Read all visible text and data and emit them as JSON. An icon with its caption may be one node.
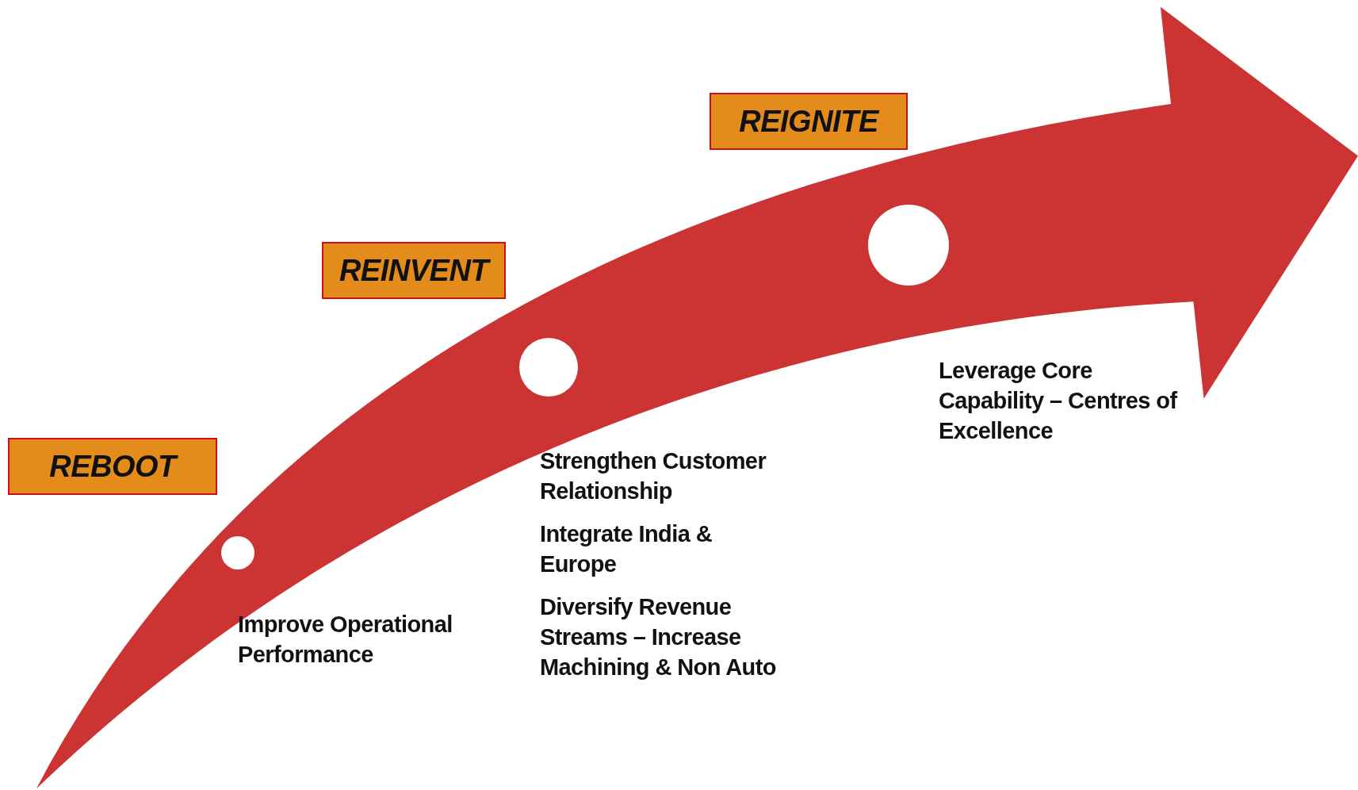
{
  "diagram": {
    "nodes": [
      {
        "text": [
          "REBOOT"
        ]
      },
      {
        "text": [
          "REINVENT"
        ]
      },
      {
        "text": [
          "REIGNITE"
        ]
      },
      {
        "text": [],
        "shape": "circle",
        "beside": [
          "Improve Operational Performance"
        ]
      },
      {
        "text": [],
        "shape": "circle",
        "beside": [
          "Strengthen Customer Relationship",
          "Integrate India & Europe",
          "Diversify Revenue Streams – Increase Machining & Non Auto"
        ]
      },
      {
        "text": [],
        "shape": "circle",
        "beside": [
          "Leverage Core Capability – Centres of Excellence"
        ]
      }
    ]
  }
}
